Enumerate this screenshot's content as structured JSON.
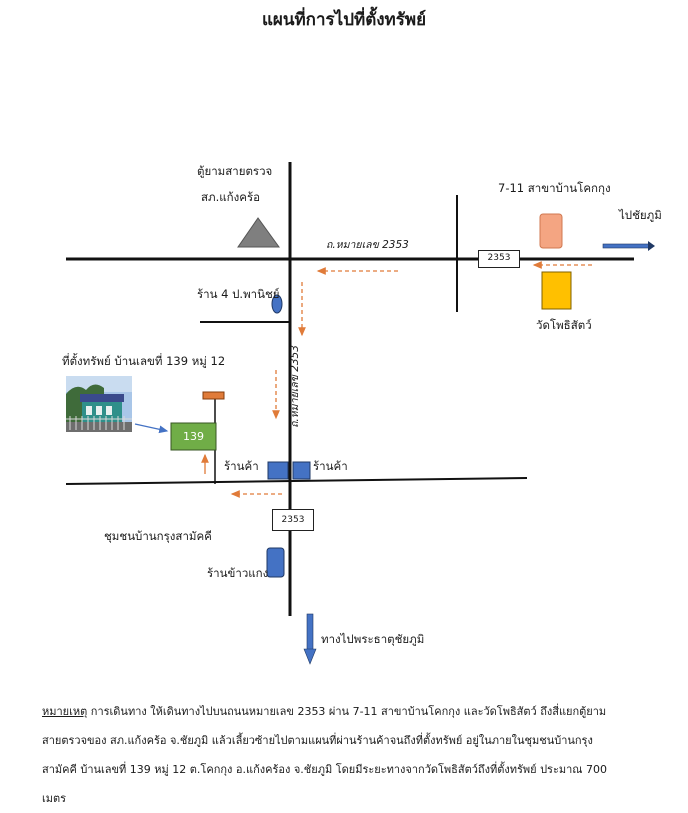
{
  "title": "แผนที่การไปที่ตั้งทรัพย์",
  "labels": {
    "police_box_line1": "ตู้ยามสายตรวจ",
    "police_box_line2": "สภ.แก้งคร้อ",
    "seven_eleven": "7-11 สาขาบ้านโคกกุง",
    "to_chaiyaphum": "ไปชัยภูมิ",
    "road_horizontal": "ถ.หมายเลข 2353",
    "road_vertical": "ถ.หมายเลข 2353",
    "shop_4p": "ร้าน 4 ป.พานิชย์",
    "temple": "วัดโพธิสัตว์",
    "property": "ที่ตั้งทรัพย์ บ้านเลขที่ 139 หมู่ 12",
    "property_number": "139",
    "shop_left": "ร้านค้า",
    "shop_right": "ร้านค้า",
    "community": "ชุมชนบ้านกรุงสามัคคี",
    "rice_shop": "ร้านข้าวแกง",
    "to_phrathat": "ทางไปพระธาตุชัยภูมิ"
  },
  "road_tags": [
    "2353",
    "2353"
  ],
  "note": {
    "heading": "หมายเหตุ",
    "text": "  การเดินทาง ให้เดินทางไปบนถนนหมายเลข 2353 ผ่าน 7-11 สาขาบ้านโคกกุง และวัดโพธิสัตว์ ถึงสี่แยกตู้ยามสายตรวจของ สภ.แก้งคร้อ จ.ชัยภูมิ  แล้วเลี้ยวซ้ายไปตามแผนที่ผ่านร้านค้าจนถึงที่ตั้งทรัพย์        อยู่ในภายในชุมชนบ้านกรุงสามัคคี  บ้านเลขที่ 139 หมู่ 12 ต.โคกกุง อ.แก้งคร้อง จ.ชัยภูมิ  โดยมีระยะทางจากวัดโพธิสัตว์ถึงที่ตั้งทรัพย์ ประมาณ 700 เมตร"
  },
  "colors": {
    "road": "#111111",
    "route_arrow": "#e07b39",
    "blue_marker": "#4472c4",
    "property_green": "#70ad47",
    "seven_eleven_box": "#f4a582",
    "temple_yellow": "#ffc000",
    "police_triangle": "#7f7f7f"
  }
}
